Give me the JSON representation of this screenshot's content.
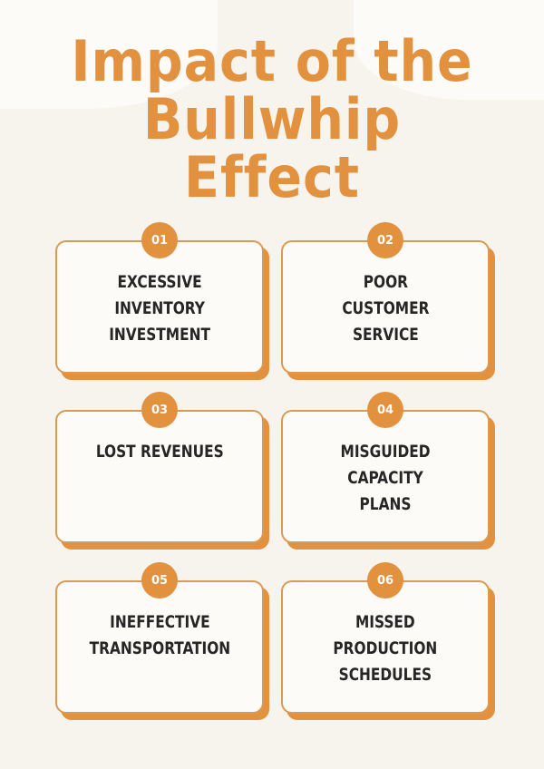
{
  "title": {
    "lines": [
      "Impact of the",
      "Bullwhip",
      "Effect"
    ]
  },
  "colors": {
    "accent": "#e2913f",
    "background": "#f7f4ee",
    "text": "#262626"
  },
  "items": [
    {
      "number": "01",
      "label": "EXCESSIVE\nINVENTORY\nINVESTMENT"
    },
    {
      "number": "02",
      "label": "POOR\nCUSTOMER\nSERVICE"
    },
    {
      "number": "03",
      "label": "LOST REVENUES"
    },
    {
      "number": "04",
      "label": "MISGUIDED\nCAPACITY\nPLANS"
    },
    {
      "number": "05",
      "label": "INEFFECTIVE\nTRANSPORTATION"
    },
    {
      "number": "06",
      "label": "MISSED\nPRODUCTION\nSCHEDULES"
    }
  ]
}
